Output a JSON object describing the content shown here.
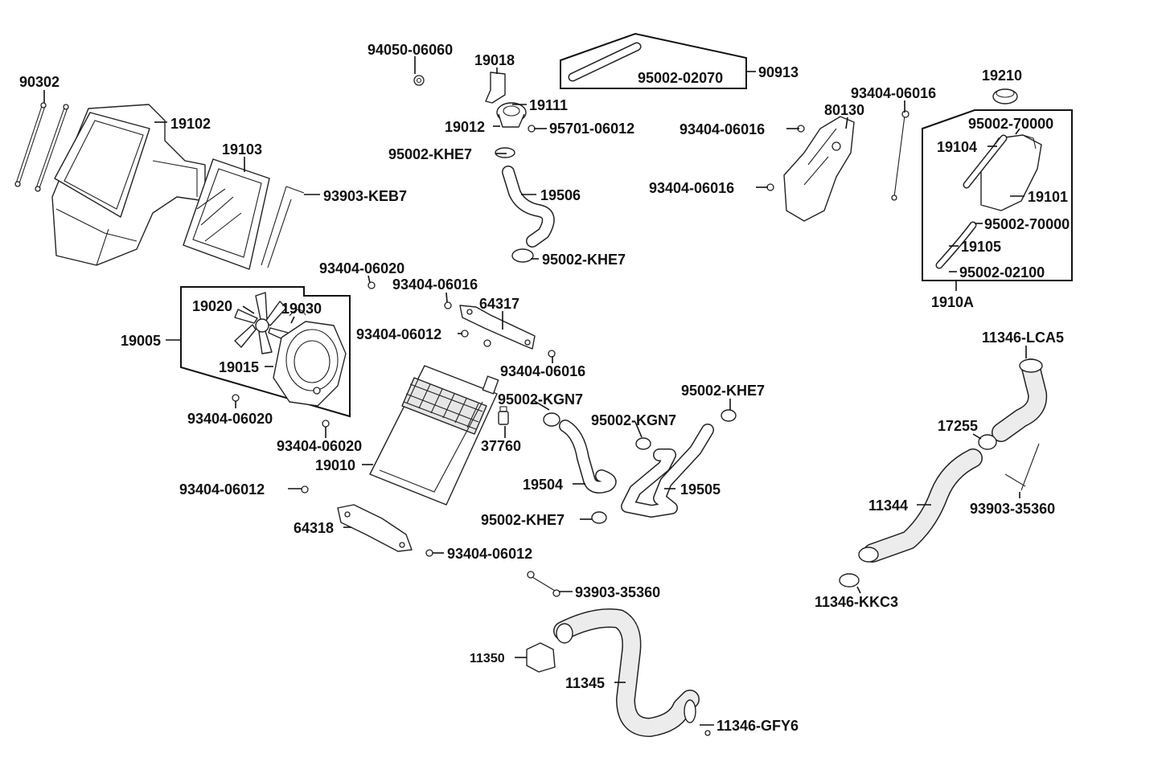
{
  "labels": {
    "l90302": "90302",
    "l19102": "19102",
    "l19103": "19103",
    "l93903_KEB7": "93903-KEB7",
    "l94050_06060": "94050-06060",
    "l19018": "19018",
    "l19111": "19111",
    "l19012": "19012",
    "l95701_06012": "95701-06012",
    "l95002_KHE7_a": "95002-KHE7",
    "l19506": "19506",
    "l95002_KHE7_b": "95002-KHE7",
    "l95002_02070": "95002-02070",
    "l90913": "90913",
    "l93404_06016_a": "93404-06016",
    "l80130": "80130",
    "l93404_06016_b": "93404-06016",
    "l93404_06016_c": "93404-06016",
    "l19210": "19210",
    "l95002_70000_a": "95002-70000",
    "l19104": "19104",
    "l19101": "19101",
    "l95002_70000_b": "95002-70000",
    "l19105": "19105",
    "l95002_02100": "95002-02100",
    "l1910A": "1910A",
    "l93404_06020_a": "93404-06020",
    "l93404_06016_d": "93404-06016",
    "l64317": "64317",
    "l19020": "19020",
    "l19030": "19030",
    "l19005": "19005",
    "l19015": "19015",
    "l93404_06012_a": "93404-06012",
    "l93404_06016_e": "93404-06016",
    "l93404_06020_b": "93404-06020",
    "l95002_KGN7_a": "95002-KGN7",
    "l95002_KHE7_c": "95002-KHE7",
    "l93404_06020_c": "93404-06020",
    "l37760": "37760",
    "l95002_KGN7_b": "95002-KGN7",
    "l19010": "19010",
    "l19504": "19504",
    "l19505": "19505",
    "l93404_06012_b": "93404-06012",
    "l95002_KHE7_d": "95002-KHE7",
    "l64318": "64318",
    "l93404_06012_c": "93404-06012",
    "l93903_35360_a": "93903-35360",
    "l11350": "11350",
    "l11345": "11345",
    "l11346_GFY6": "11346-GFY6",
    "l11346_LCA5": "11346-LCA5",
    "l17255": "17255",
    "l11344": "11344",
    "l93903_35360_b": "93903-35360",
    "l11346_KKC3": "11346-KKC3"
  }
}
